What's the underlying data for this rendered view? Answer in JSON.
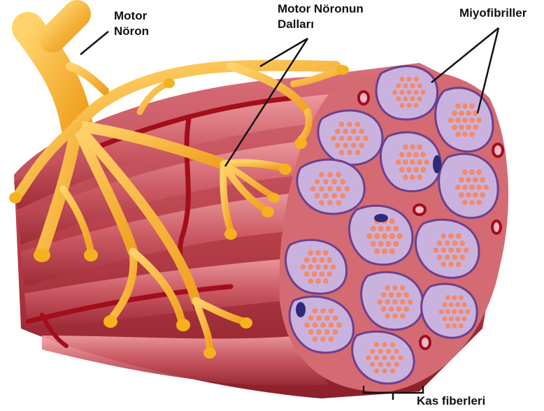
{
  "labels": {
    "motor_neuron_line1": "Motor",
    "motor_neuron_line2": "Nöron",
    "branches_line1": "Motor Nöronun",
    "branches_line2": "Dalları",
    "myofibrils": "Miyofibriller",
    "muscle_fibers": "Kas fiberleri"
  },
  "colors": {
    "muscle_dark": "#8c1f2a",
    "muscle_mid": "#c4505a",
    "muscle_light": "#e9959a",
    "fiber_membrane": "#b489c8",
    "fiber_fill": "#c9b3de",
    "fiber_outline": "#6f3f8c",
    "myofibril": "#f28a6b",
    "nerve": "#f2a720",
    "nerve_light": "#ffd36b",
    "vessel": "#a30d1c",
    "nucleus": "#2f2a7a"
  }
}
